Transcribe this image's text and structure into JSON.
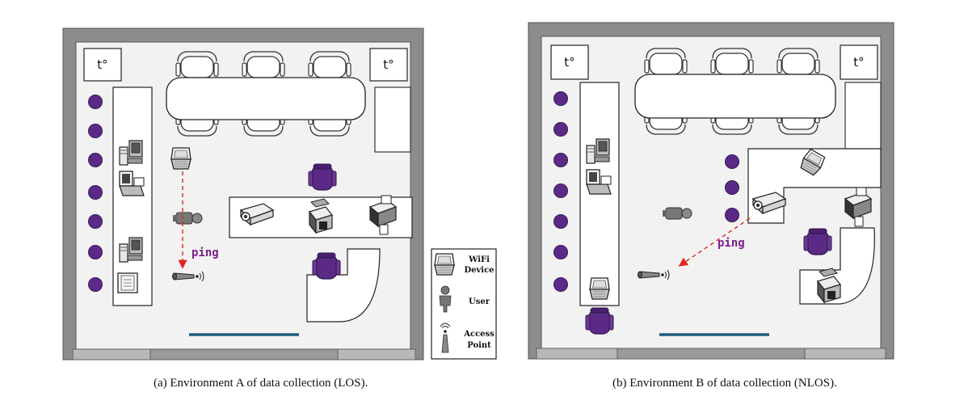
{
  "panels": [
    {
      "caption": "(a)  Environment A of data collection (LOS).",
      "thermometer_label": "t°",
      "signal_label": "ping"
    },
    {
      "caption": "(b)  Environment B of data collection (NLOS).",
      "thermometer_label": "t°",
      "signal_label": "ping"
    }
  ],
  "legend": {
    "items": [
      {
        "icon": "laptop-icon",
        "label_lines": [
          "WiFi",
          "Device"
        ]
      },
      {
        "icon": "user-icon",
        "label_lines": [
          "User"
        ]
      },
      {
        "icon": "access-point-icon",
        "label_lines": [
          "Access",
          "Point"
        ]
      }
    ]
  },
  "colors": {
    "wall": "#8c8c8c",
    "floor": "#f2f2f2",
    "chair": "#5b2a86",
    "signal": "#e0271c",
    "whiteboard": "#1f5b7a",
    "ping_text": "#7a1f8a"
  }
}
